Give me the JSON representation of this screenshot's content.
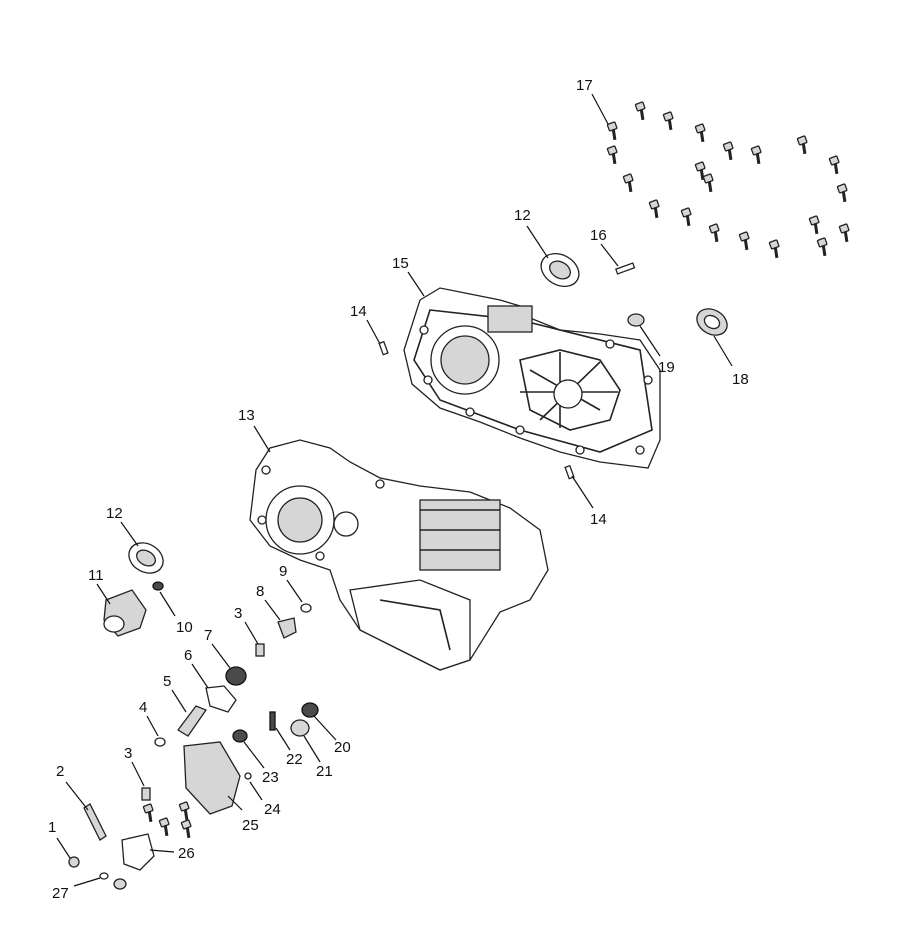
{
  "callouts": [
    {
      "id": "c1",
      "label": "1"
    },
    {
      "id": "c2",
      "label": "2"
    },
    {
      "id": "c3a",
      "label": "3"
    },
    {
      "id": "c3b",
      "label": "3"
    },
    {
      "id": "c4",
      "label": "4"
    },
    {
      "id": "c5",
      "label": "5"
    },
    {
      "id": "c6",
      "label": "6"
    },
    {
      "id": "c7",
      "label": "7"
    },
    {
      "id": "c8",
      "label": "8"
    },
    {
      "id": "c9",
      "label": "9"
    },
    {
      "id": "c10",
      "label": "10"
    },
    {
      "id": "c11",
      "label": "11"
    },
    {
      "id": "c12a",
      "label": "12"
    },
    {
      "id": "c12b",
      "label": "12"
    },
    {
      "id": "c13",
      "label": "13"
    },
    {
      "id": "c14a",
      "label": "14"
    },
    {
      "id": "c14b",
      "label": "14"
    },
    {
      "id": "c15",
      "label": "15"
    },
    {
      "id": "c16",
      "label": "16"
    },
    {
      "id": "c17",
      "label": "17"
    },
    {
      "id": "c18",
      "label": "18"
    },
    {
      "id": "c19",
      "label": "19"
    },
    {
      "id": "c20",
      "label": "20"
    },
    {
      "id": "c21",
      "label": "21"
    },
    {
      "id": "c22",
      "label": "22"
    },
    {
      "id": "c23",
      "label": "23"
    },
    {
      "id": "c24",
      "label": "24"
    },
    {
      "id": "c25",
      "label": "25"
    },
    {
      "id": "c26",
      "label": "26"
    },
    {
      "id": "c27",
      "label": "27"
    }
  ]
}
